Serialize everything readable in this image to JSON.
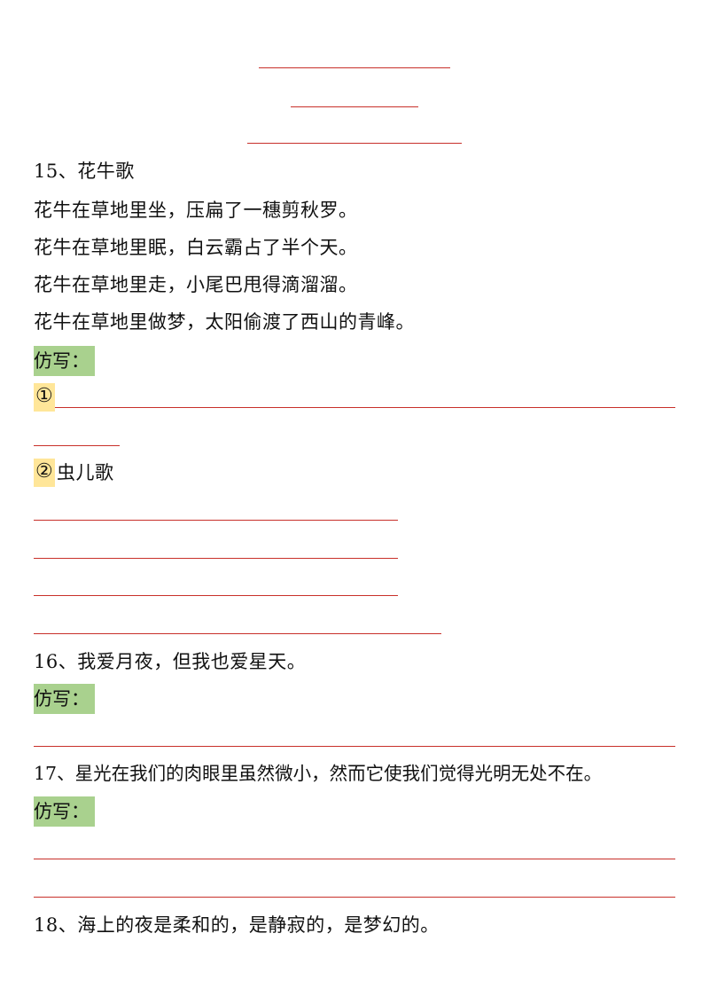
{
  "q15": {
    "title": "15、花牛歌",
    "lines": [
      "花牛在草地里坐，压扁了一穗剪秋罗。",
      "花牛在草地里眠，白云霸占了半个天。",
      "花牛在草地里走，小尾巴甩得滴溜溜。",
      "花牛在草地里做梦，太阳偷渡了西山的青峰。"
    ],
    "imitate_label": "仿写：",
    "item1_marker": "①",
    "item2_marker": "②",
    "item2_text": "虫儿歌"
  },
  "q16": {
    "title": "16、我爱月夜，但我也爱星天。",
    "imitate_label": "仿写："
  },
  "q17": {
    "title": "17、星光在我们的肉眼里虽然微小，然而它使我们觉得光明无处不在。",
    "imitate_label": "仿写："
  },
  "q18": {
    "title": "18、海上的夜是柔和的，是静寂的，是梦幻的。"
  },
  "colors": {
    "answer_line": "#c8302a",
    "label_highlight": "#a9d18e",
    "number_highlight": "#ffe699"
  }
}
